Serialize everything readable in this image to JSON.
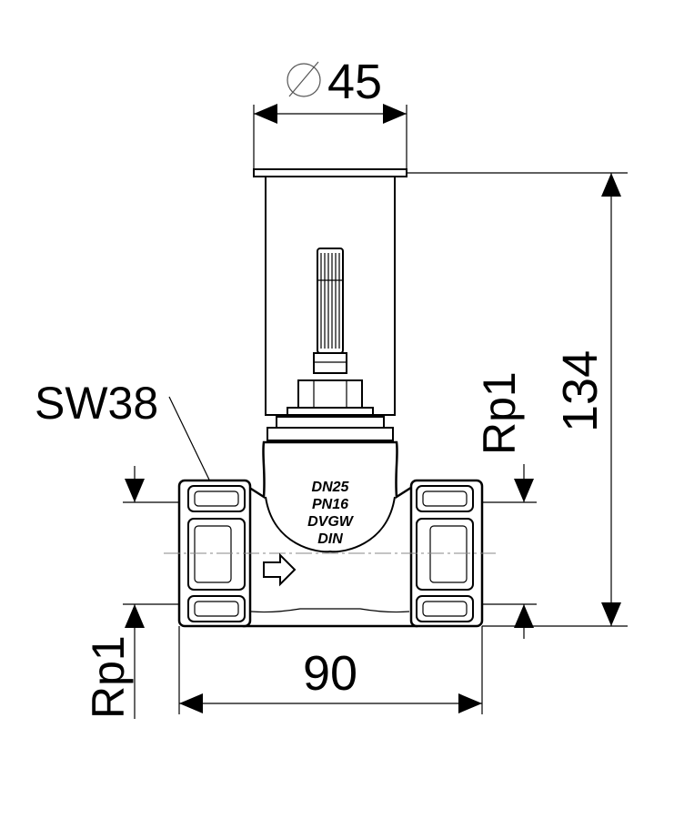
{
  "dimensions": {
    "top_diameter_symbol": "⌀",
    "top_diameter_value": "45",
    "height": "134",
    "width": "90",
    "thread_right": "Rp1",
    "thread_left": "Rp1",
    "wrench_size": "SW38"
  },
  "body_marking": {
    "line1": "DN25",
    "line2": "PN16",
    "line3": "DVGW",
    "line4": "DIN"
  }
}
